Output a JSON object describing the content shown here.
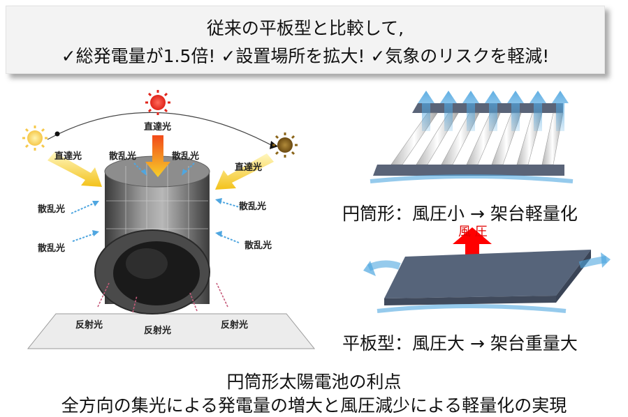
{
  "banner": {
    "line1": "従来の平板型と比較して,",
    "check_mark": "✓",
    "benefit1": "総発電量が1.5倍!",
    "benefit2": "設置場所を拡大!",
    "benefit3": "気象のリスクを軽減!"
  },
  "diagram_labels": {
    "direct_light": "直達光",
    "scattered_light": "散乱光",
    "reflected_light": "反射光"
  },
  "right_panel": {
    "cylinder_caption": "円筒形：風圧小 → 架台軽量化",
    "wind_pressure": "風 圧",
    "flat_caption": "平板型：風圧大 → 架台重量大"
  },
  "footer": {
    "title": "円筒形太陽電池の利点",
    "subtitle": "全方向の集光による発電量の増大と風圧減少による軽量化の実現"
  },
  "colors": {
    "wind_arrow": "#ff0000",
    "flow_blue": "#4fa6e0",
    "panel_gray": "#56647a"
  }
}
